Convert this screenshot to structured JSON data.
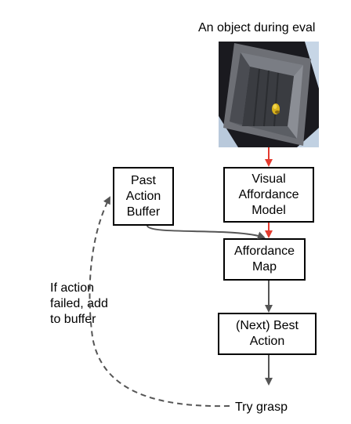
{
  "title": "An object during eval",
  "nodes": {
    "past_buffer": "Past\nAction\nBuffer",
    "visual_model": "Visual\nAffordance\nModel",
    "affordance_map": "Affordance\nMap",
    "best_action": "(Next) Best\nAction",
    "try_grasp": "Try grasp"
  },
  "feedback_note": "If action\nfailed, add\nto buffer",
  "image": {
    "subject": "gripper-view of a bin containing a small yellow object"
  },
  "colors": {
    "red_arrow": "#e43b2f",
    "gray_arrow": "#555555"
  }
}
